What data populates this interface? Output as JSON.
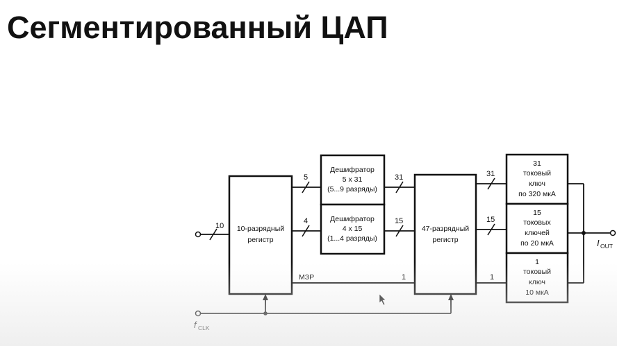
{
  "title": "Сегментированный ЦАП",
  "blocks": {
    "register10": [
      "10-разрядный",
      "регистр"
    ],
    "decoder1": [
      "Дешифратор",
      "5 x 31",
      "(5...9 разряды)"
    ],
    "decoder2": [
      "Дешифратор",
      "4 x 15",
      "(1...4 разряды)"
    ],
    "register47": [
      "47-разрядный",
      "регистр"
    ],
    "switch1": [
      "31",
      "токовый",
      "ключ",
      "по 320 мкА"
    ],
    "switch2": [
      "15",
      "токовых",
      "ключей",
      "по 20 мкА"
    ],
    "switch3": [
      "1",
      "токовый",
      "ключ",
      "10 мкА"
    ]
  },
  "buses": {
    "input_bits": "10",
    "to_decoder1": "5",
    "to_decoder2": "4",
    "decoder1_out": "31",
    "decoder2_out": "15",
    "lsb_out": "1",
    "reg_to_sw1": "31",
    "reg_to_sw2": "15",
    "reg_to_sw3": "1"
  },
  "labels": {
    "lsb": "МЗР",
    "clock_main": "f",
    "clock_sub": "CLK",
    "output_main": "I",
    "output_sub": "OUT"
  }
}
